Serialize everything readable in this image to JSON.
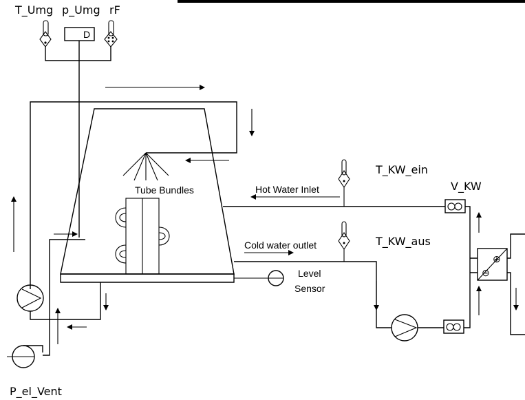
{
  "labels": {
    "t_umg": "T_Umg",
    "p_umg": "p_Umg",
    "rf": "rF",
    "pressure_sensor_letter": "D",
    "tube_bundles": "Tube Bundles",
    "hot_water_inlet": "Hot Water Inlet",
    "cold_water_outlet": "Cold water outlet",
    "level_sensor_line1": "Level",
    "level_sensor_line2": "Sensor",
    "t_kw_ein": "T_KW_ein",
    "v_kw": "V_KW",
    "t_kw_aus": "T_KW_aus",
    "p_el_vent": "P_el_Vent"
  },
  "heat_exchanger_symbols": {
    "plus": "⊕",
    "minus": "⊖"
  },
  "colors": {
    "line": "#000000",
    "background": "#ffffff"
  }
}
